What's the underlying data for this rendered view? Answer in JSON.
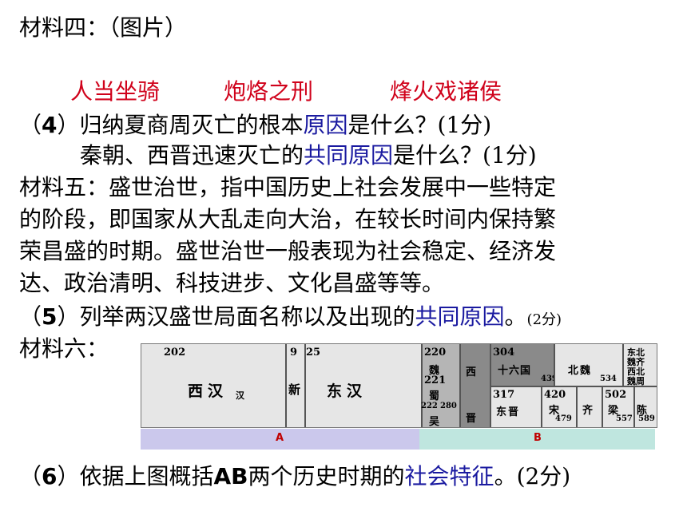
{
  "material4": {
    "title": "材料四：（图片）",
    "pictures": [
      "人当坐骑",
      "炮烙之刑",
      "烽火戏诸侯"
    ]
  },
  "q4": {
    "prefix": "（",
    "num": "4",
    "text1": "）归纳夏商周灭亡的根本",
    "highlight1": "原因",
    "text2": "是什么？(1分)",
    "line2_text1": "秦朝、西晋迅速灭亡的",
    "line2_highlight": "共同原因",
    "line2_text2": "是什么？(1分)"
  },
  "material5": {
    "lines": [
      "材料五：盛世治世，指中国历史上社会发展中一些特定",
      "的阶段，即国家从大乱走向大治，在较长时间内保持繁",
      "荣昌盛的时期。盛世治世一般表现为社会稳定、经济发",
      "达、政治清明、科技进步、文化昌盛等等。"
    ]
  },
  "q5": {
    "prefix": "（",
    "num": "5",
    "text1": "）列举两汉盛世局面名称以及出现的",
    "highlight": "共同原因",
    "text2": "。",
    "points": "(2分)"
  },
  "material6": {
    "title": "材料六："
  },
  "timeline": {
    "years": [
      "202",
      "9",
      "25",
      "220",
      "221",
      "222",
      "280",
      "304",
      "439",
      "534",
      "317",
      "420",
      "479",
      "502",
      "557",
      "589"
    ],
    "dynasties": [
      "西汉",
      "新",
      "东汉",
      "魏",
      "蜀",
      "吴",
      "西",
      "晋",
      "十六国",
      "北魏",
      "东晋",
      "宋",
      "齐",
      "梁",
      "陈"
    ],
    "small_labels": [
      "汉",
      "东北",
      "魏齐",
      "西北",
      "魏周"
    ],
    "bar_a": "A",
    "bar_b": "B"
  },
  "q6": {
    "prefix": "（",
    "num": "6",
    "text1": "）依据上图概括",
    "bold_ab": "AB",
    "text2": "两个历史时期的",
    "highlight": "社会特征",
    "text3": "。(2分)"
  }
}
